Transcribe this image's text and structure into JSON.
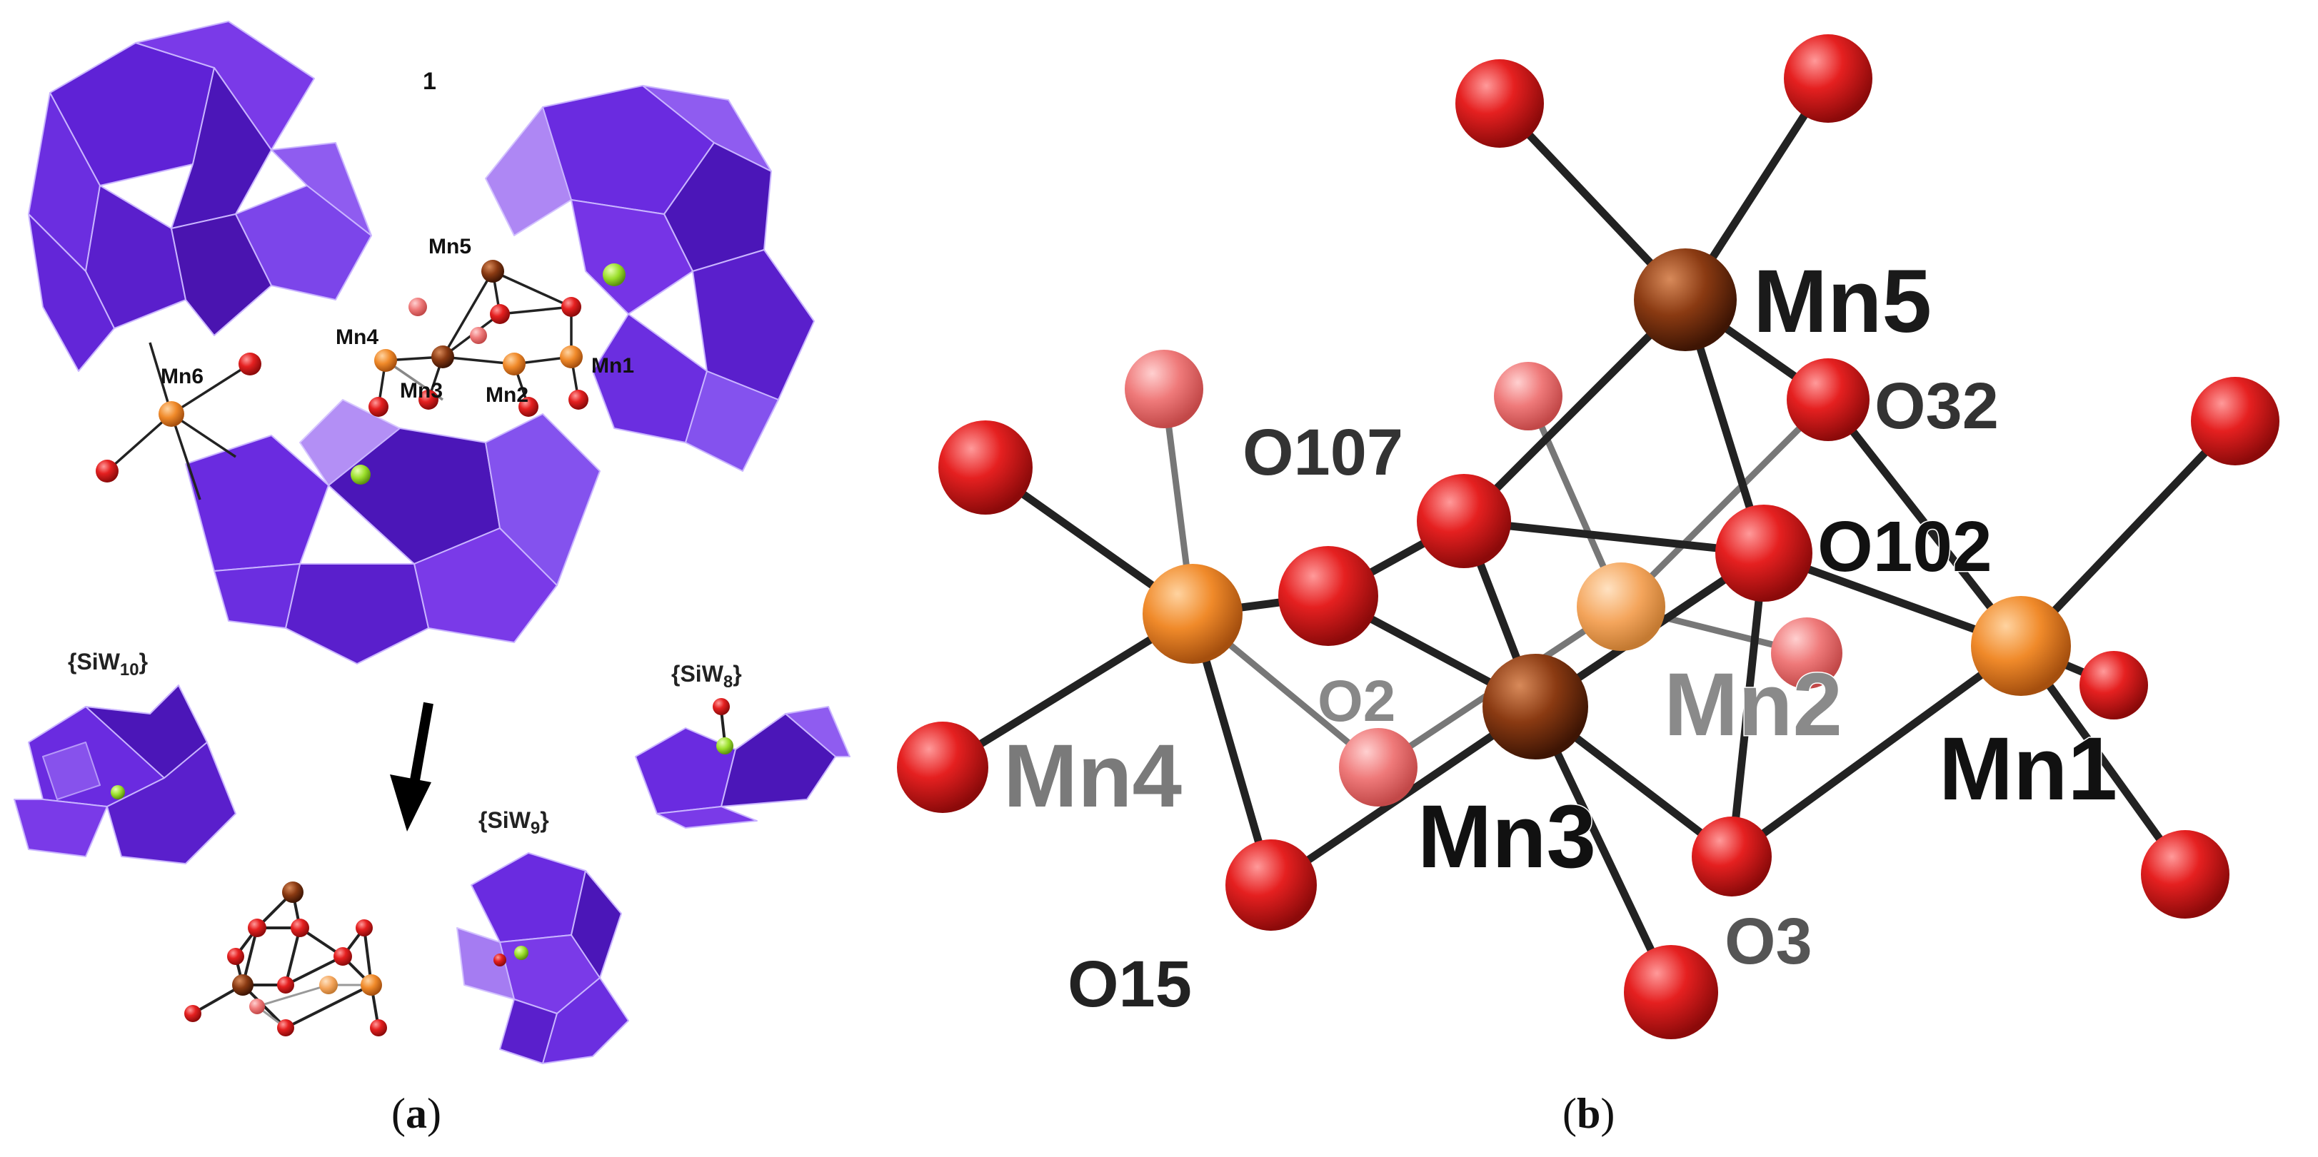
{
  "panel_a": {
    "caption_open": "(",
    "caption_letter": "a",
    "caption_close": ")",
    "compound_number": "1",
    "mn_labels": [
      "Mn5",
      "Mn4",
      "Mn1",
      "Mn6",
      "Mn3",
      "Mn2"
    ],
    "fragment_labels": {
      "siw10": {
        "prefix": "{SiW",
        "sub": "10",
        "suffix": "}"
      },
      "siw8": {
        "prefix": "{SiW",
        "sub": "8",
        "suffix": "}"
      },
      "siw9": {
        "prefix": "{SiW",
        "sub": "9",
        "suffix": "}"
      }
    }
  },
  "panel_b": {
    "caption_open": "(",
    "caption_letter": "b",
    "caption_close": ")",
    "mn_labels": {
      "mn5": "Mn5",
      "mn4": "Mn4",
      "mn3": "Mn3",
      "mn2": "Mn2",
      "mn1": "Mn1"
    },
    "o_labels": {
      "o107": "O107",
      "o32": "O32",
      "o102": "O102",
      "o2": "O2",
      "o15": "O15",
      "o3": "O3"
    }
  },
  "colors": {
    "polyhedron": "#6a2be0",
    "polyhedron_dark": "#4b16b8",
    "polyhedron_light": "#8f5cf0",
    "oxygen": "#e01818",
    "mn_light": "#f08a2a",
    "mn_dark": "#8a3a12",
    "silicon": "#9adf2a",
    "bond": "#222222"
  }
}
